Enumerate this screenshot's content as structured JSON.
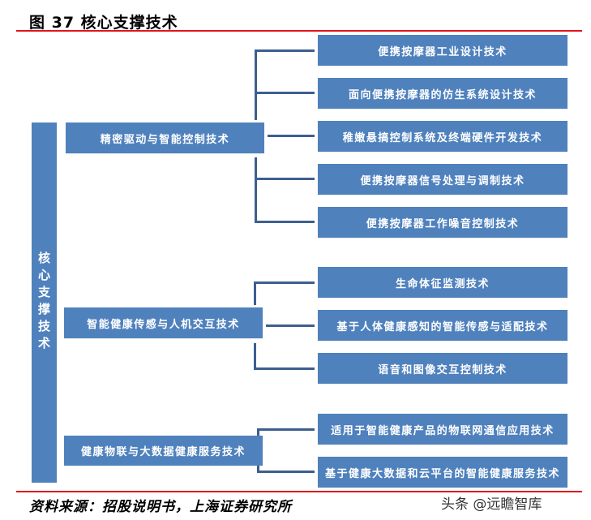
{
  "figure": {
    "title": "图 37 核心支撑技术",
    "root": "核心支撑技术",
    "categories": [
      {
        "label": "精密驱动与智能控制技术",
        "items": [
          "便携按摩器工业设计技术",
          "面向便携按摩器的仿生系统设计技术",
          "稚嫩悬搞控制系统及终端硬件开发技术",
          "便携按摩器信号处理与调制技术",
          "便携按摩器工作噪音控制技术"
        ]
      },
      {
        "label": "智能健康传感与人机交互技术",
        "items": [
          "生命体征监测技术",
          "基于人体健康感知的智能传感与适配技术",
          "语音和图像交互控制技术"
        ]
      },
      {
        "label": "健康物联与大数据健康服务技术",
        "items": [
          "适用于智能健康产品的物联网通信应用技术",
          "基于健康大数据和云平台的智能健康服务技术"
        ]
      }
    ],
    "source": "资料来源：招股说明书，上海证券研究所",
    "watermark": "头条 @远瞻智库"
  },
  "colors": {
    "box_fill": "#4f81bd",
    "connector": "#3d5f8f",
    "rule": "#e0141c",
    "box_text": "#ffffff"
  }
}
